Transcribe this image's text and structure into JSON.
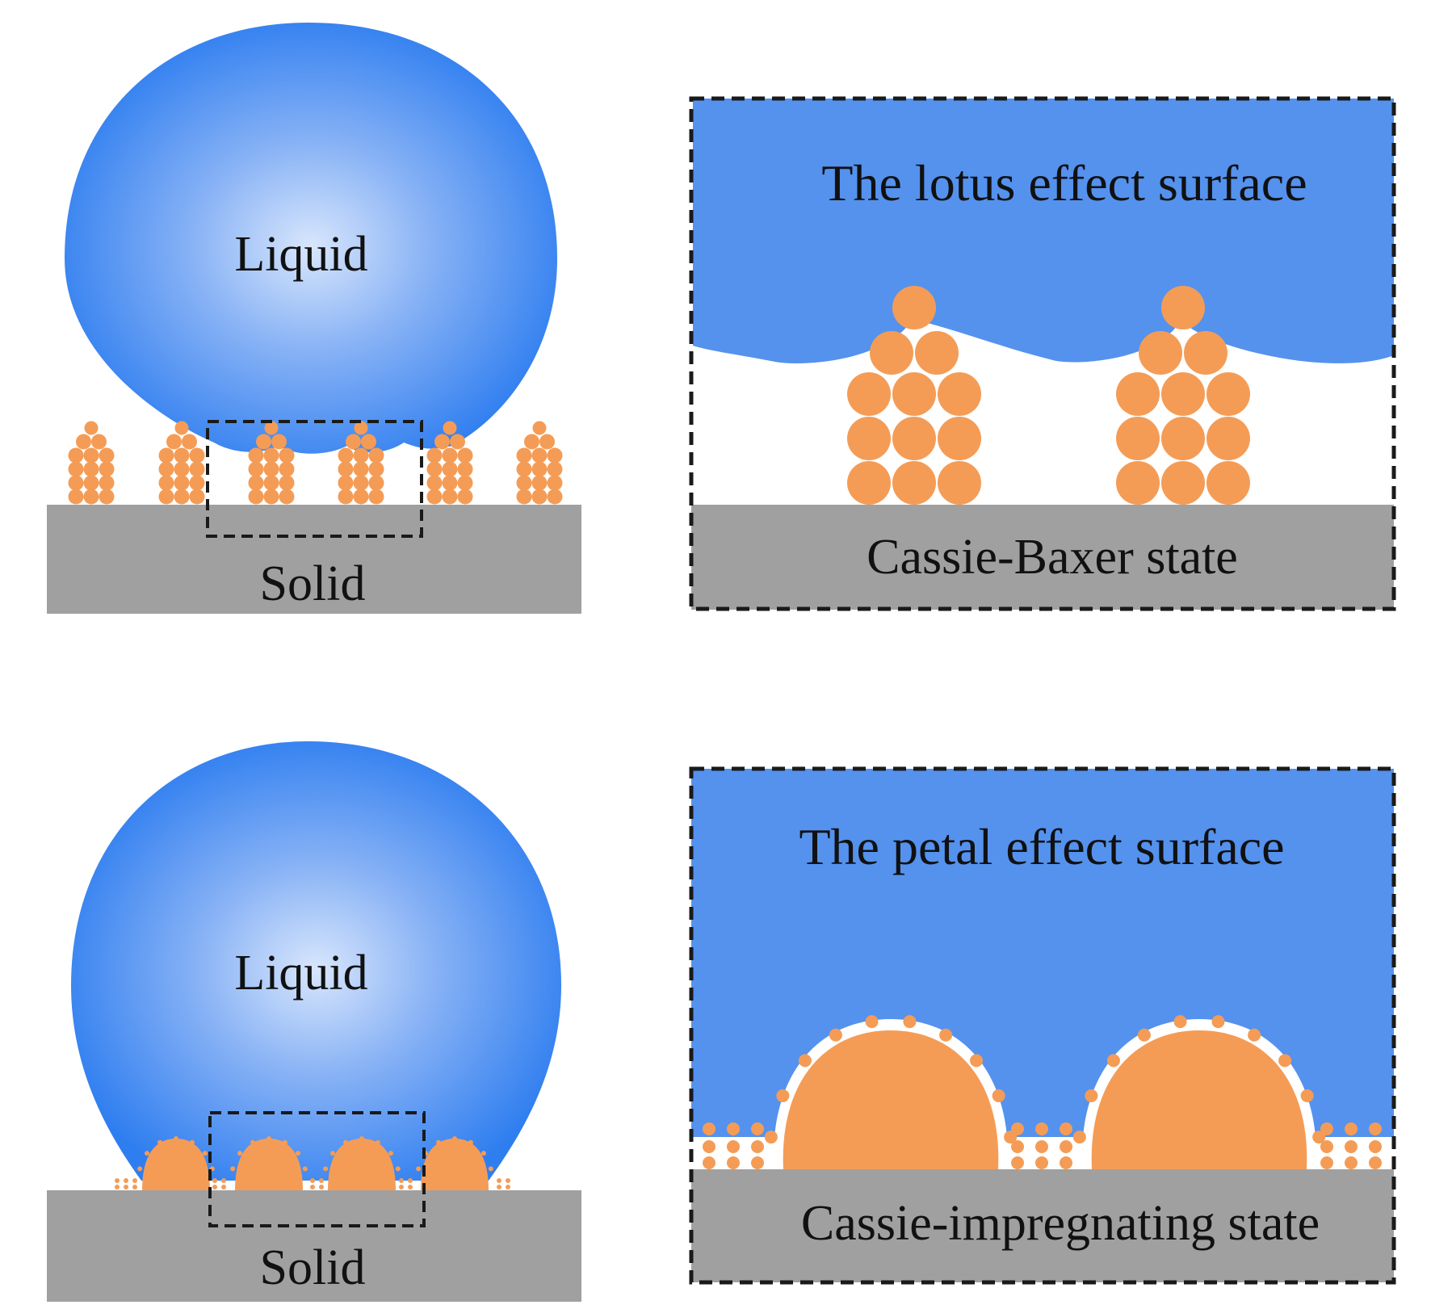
{
  "colors": {
    "liquid_dark": "#2f7ef0",
    "liquid_light": "#cfe0fb",
    "liquid_flat": "#5492ee",
    "particle": "#f49c56",
    "solid": "#a0a0a0",
    "text": "#111111",
    "frame": "#1a1a1a"
  },
  "top_row": {
    "droplet_label": "Liquid",
    "substrate_label": "Solid",
    "inset": {
      "title": "The lotus effect surface",
      "state_label": "Cassie-Baxer state"
    }
  },
  "bottom_row": {
    "droplet_label": "Liquid",
    "substrate_label": "Solid",
    "inset": {
      "title": "The petal effect surface",
      "state_label": "Cassie-impregnating state"
    }
  }
}
